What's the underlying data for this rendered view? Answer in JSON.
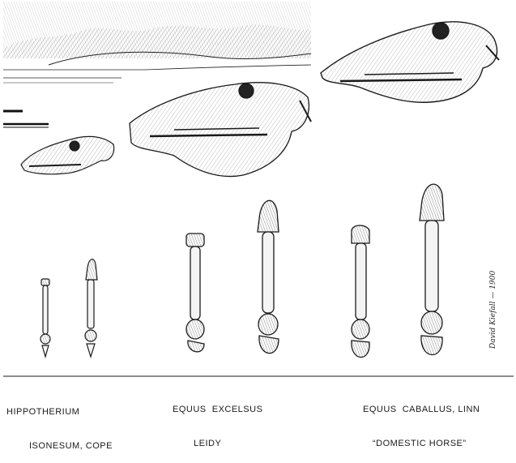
{
  "captions": {
    "hippotherium": {
      "line1": "HIPPOTHERIUM",
      "line2": "ISONESUM, COPE"
    },
    "excelsus": {
      "line1": "EQUUS  EXCELSUS",
      "line2": "LEIDY"
    },
    "caballus": {
      "line1": "EQUUS  CABALLUS, LINN",
      "line2": "“DOMESTIC HORSE”"
    }
  },
  "signature": "David Kiefall — 1900",
  "colors": {
    "ink": "#1a1a1a",
    "paper": "#ffffff",
    "shade": "#555555"
  }
}
